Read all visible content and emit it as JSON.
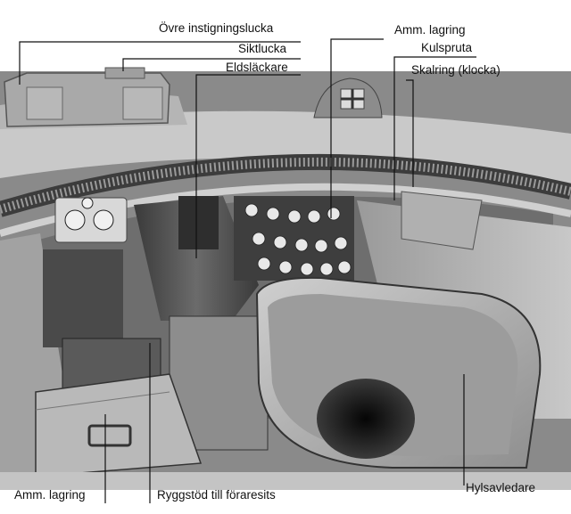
{
  "labels": {
    "ovre_instigningslucka": "Övre instigningslucka",
    "siktlucka": "Siktlucka",
    "eldslackare": "Eldsläckare",
    "amm_lagring_top": "Amm. lagring",
    "kulspruta": "Kulspruta",
    "skalring": "Skalring (klocka)",
    "amm_lagring_bottom": "Amm. lagring",
    "ryggstod": "Ryggstöd till föraresits",
    "hylsavledare": "Hylsavledare"
  },
  "colors": {
    "background": "#ffffff",
    "ink": "#111111"
  }
}
